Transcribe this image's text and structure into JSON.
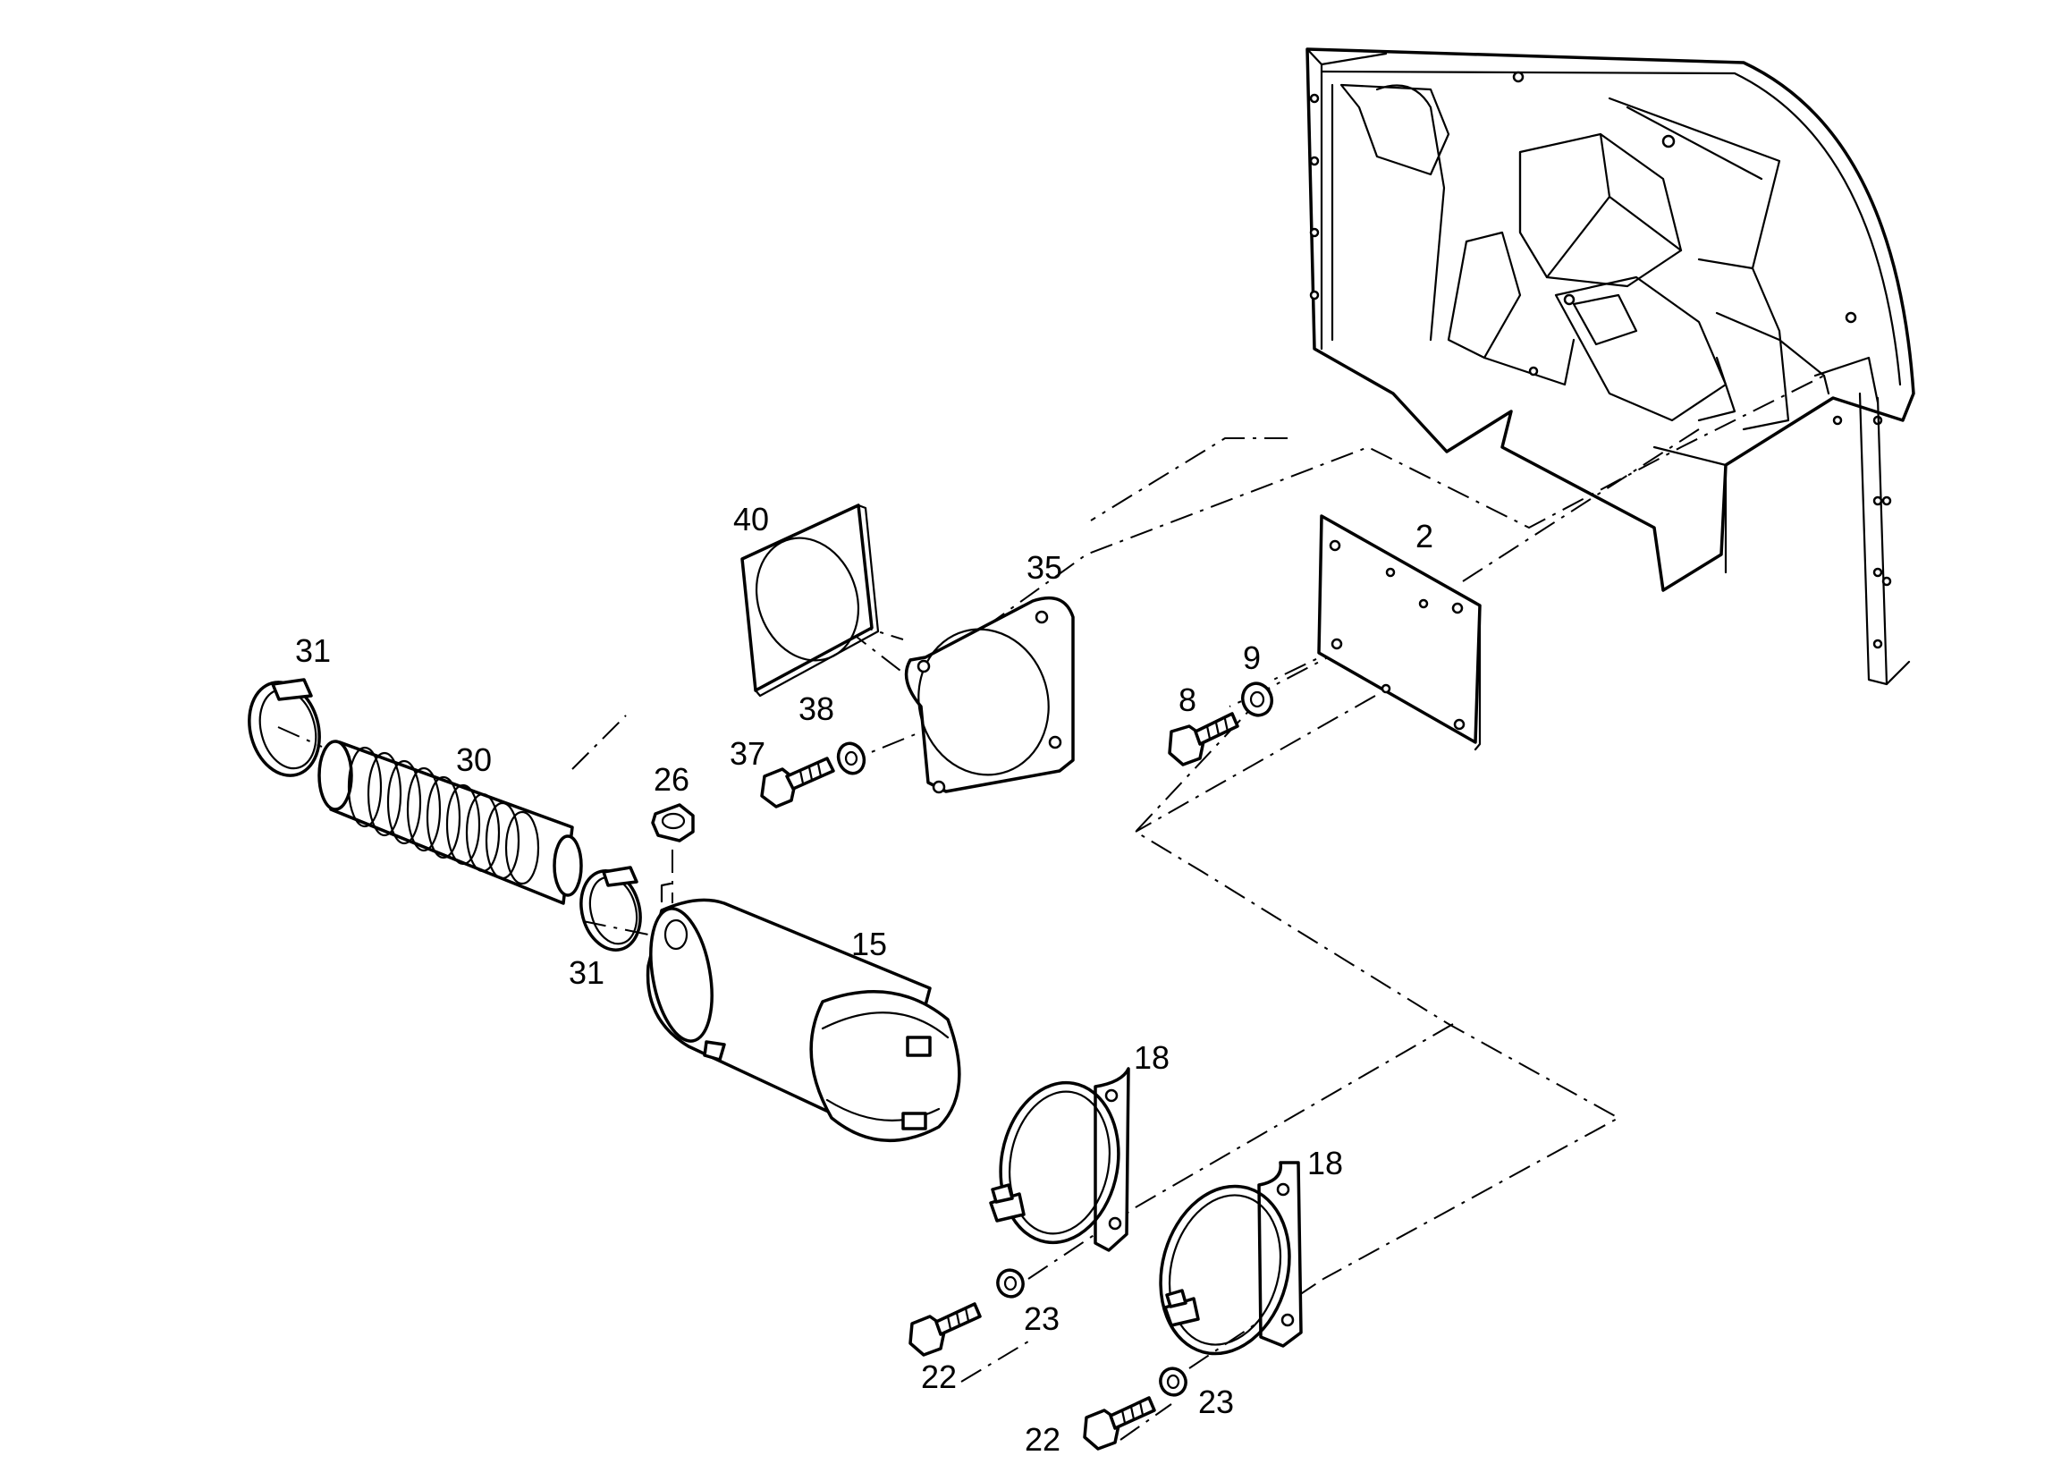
{
  "labels": {
    "l2": "2",
    "l8": "8",
    "l9": "9",
    "l15": "15",
    "l18a": "18",
    "l18b": "18",
    "l22a": "22",
    "l22b": "22",
    "l23a": "23",
    "l23b": "23",
    "l26": "26",
    "l30": "30",
    "l31a": "31",
    "l31b": "31",
    "l35": "35",
    "l37": "37",
    "l38": "38",
    "l40": "40"
  }
}
